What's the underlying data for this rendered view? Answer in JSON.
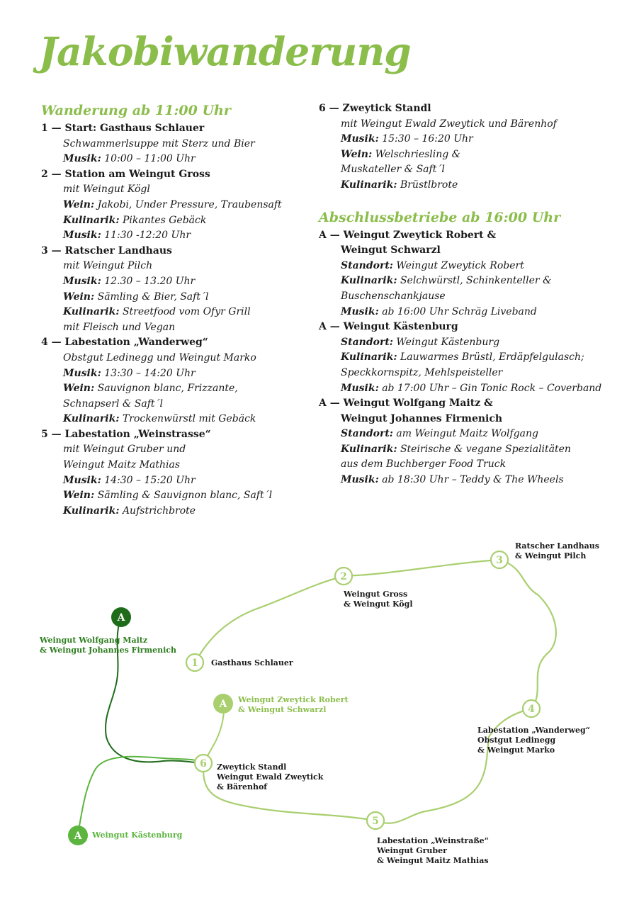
{
  "title": "Jakobiwanderung",
  "left": {
    "heading": "Wanderung ab 11:00 Uhr",
    "stations": [
      {
        "title": "1 — Start: Gasthaus Schlauer",
        "lines": [
          {
            "label": "",
            "text": "Schwammerlsuppe mit Sterz und Bier"
          },
          {
            "label": "Musik:",
            "text": " 10:00 – 11:00 Uhr"
          }
        ]
      },
      {
        "title": "2 — Station am Weingut Gross",
        "lines": [
          {
            "label": "",
            "text": "mit Weingut Kögl"
          },
          {
            "label": "Wein:",
            "text": " Jakobi, Under Pressure, Traubensaft"
          },
          {
            "label": "Kulinarik:",
            "text": " Pikantes Gebäck"
          },
          {
            "label": "Musik:",
            "text": " 11:30 -12:20 Uhr"
          }
        ]
      },
      {
        "title": "3 — Ratscher Landhaus",
        "lines": [
          {
            "label": "",
            "text": "mit Weingut Pilch"
          },
          {
            "label": "Musik:",
            "text": " 12.30 – 13.20 Uhr"
          },
          {
            "label": "Wein:",
            "text": " Sämling & Bier, Saft´l"
          },
          {
            "label": "Kulinarik:",
            "text": " Streetfood vom Ofyr Grill"
          },
          {
            "label": "",
            "text": "mit Fleisch und Vegan"
          }
        ]
      },
      {
        "title": "4 — Labestation „Wanderweg“",
        "lines": [
          {
            "label": "",
            "text": "Obstgut Ledinegg und Weingut Marko"
          },
          {
            "label": "Musik:",
            "text": " 13:30 – 14:20 Uhr"
          },
          {
            "label": "Wein:",
            "text": " Sauvignon blanc, Frizzante,"
          },
          {
            "label": "",
            "text": "Schnapserl & Saft´l"
          },
          {
            "label": "Kulinarik:",
            "text": " Trockenwürstl mit Gebäck"
          }
        ]
      },
      {
        "title": "5 — Labestation „Weinstrasse“",
        "lines": [
          {
            "label": "",
            "text": "mit Weingut Gruber und"
          },
          {
            "label": "",
            "text": "Weingut Maitz Mathias"
          },
          {
            "label": "Musik:",
            "text": " 14:30 – 15:20 Uhr"
          },
          {
            "label": "Wein:",
            "text": " Sämling & Sauvignon blanc, Saft´l"
          },
          {
            "label": "Kulinarik:",
            "text": " Aufstrichbrote"
          }
        ]
      }
    ]
  },
  "right": {
    "stations_top": [
      {
        "title": "6 — Zweytick Standl",
        "lines": [
          {
            "label": "",
            "text": "mit Weingut Ewald Zweytick und Bärenhof"
          },
          {
            "label": "Musik:",
            "text": " 15:30 – 16:20 Uhr"
          },
          {
            "label": "Wein:",
            "text": " Welschriesling &"
          },
          {
            "label": "",
            "text": "Muskateller & Saft´l"
          },
          {
            "label": "Kulinarik:",
            "text": " Brüstlbrote"
          }
        ]
      }
    ],
    "heading": "Abschlussbetriebe ab 16:00 Uhr",
    "stations": [
      {
        "title": "A — Weingut Zweytick Robert &",
        "title2": "Weingut Schwarzl",
        "lines": [
          {
            "label": "Standort:",
            "text": " Weingut Zweytick Robert"
          },
          {
            "label": "Kulinarik:",
            "text": " Selchwürstl, Schinkenteller &"
          },
          {
            "label": "",
            "text": "Buschenschankjause"
          },
          {
            "label": "Musik:",
            "text": " ab 16:00 Uhr Schräg Liveband"
          }
        ]
      },
      {
        "title": "A — Weingut Kästenburg",
        "title2": "",
        "lines": [
          {
            "label": "Standort:",
            "text": " Weingut Kästenburg"
          },
          {
            "label": "Kulinarik:",
            "text": " Lauwarmes Brüstl, Erdäpfelgulasch;"
          },
          {
            "label": "",
            "text": "Speckkornspitz, Mehlspeisteller"
          },
          {
            "label": "Musik:",
            "text": " ab 17:00 Uhr – Gin Tonic Rock – Coverband"
          }
        ]
      },
      {
        "title": "A — Weingut Wolfgang Maitz &",
        "title2": "Weingut Johannes Firmenich",
        "lines": [
          {
            "label": "Standort:",
            "text": " am Weingut Maitz Wolfgang"
          },
          {
            "label": "Kulinarik:",
            "text": " Steirische & vegane Spezialitäten"
          },
          {
            "label": "",
            "text": "aus dem Buchberger Food Truck"
          },
          {
            "label": "Musik:",
            "text": " ab 18:30 Uhr – Teddy & The Wheels"
          }
        ]
      }
    ]
  },
  "map": {
    "colors": {
      "route": "#a9cf6f",
      "dark": "#1e6b1a",
      "mid": "#5cb53f",
      "light": "#a9cf6f"
    },
    "markers": [
      {
        "id": "1",
        "label": "1"
      },
      {
        "id": "2",
        "label": "2"
      },
      {
        "id": "3",
        "label": "3"
      },
      {
        "id": "4",
        "label": "4"
      },
      {
        "id": "5",
        "label": "5"
      },
      {
        "id": "6",
        "label": "6"
      },
      {
        "id": "a-maitz",
        "label": "A"
      },
      {
        "id": "a-zweytick",
        "label": "A"
      },
      {
        "id": "a-kaestenburg",
        "label": "A"
      }
    ],
    "labels": {
      "m1": "Gasthaus Schlauer",
      "m2a": "Weingut Gross",
      "m2b": "& Weingut Kögl",
      "m3a": "Ratscher Landhaus",
      "m3b": "& Weingut Pilch",
      "m4a": "Labestation „Wanderweg“",
      "m4b": "Obstgut Ledinegg",
      "m4c": "& Weingut Marko",
      "m5a": "Labestation „Weinstraße“",
      "m5b": "Weingut Gruber",
      "m5c": "& Weingut Maitz Mathias",
      "m6a": "Zweytick Standl",
      "m6b": "Weingut Ewald Zweytick",
      "m6c": "& Bärenhof",
      "maitz_a": "Weingut Wolfgang Maitz",
      "maitz_b": "& Weingut Johannes Firmenich",
      "zwr_a": "Weingut Zweytick Robert",
      "zwr_b": "& Weingut Schwarzl",
      "kaest": "Weingut Kästenburg"
    }
  }
}
